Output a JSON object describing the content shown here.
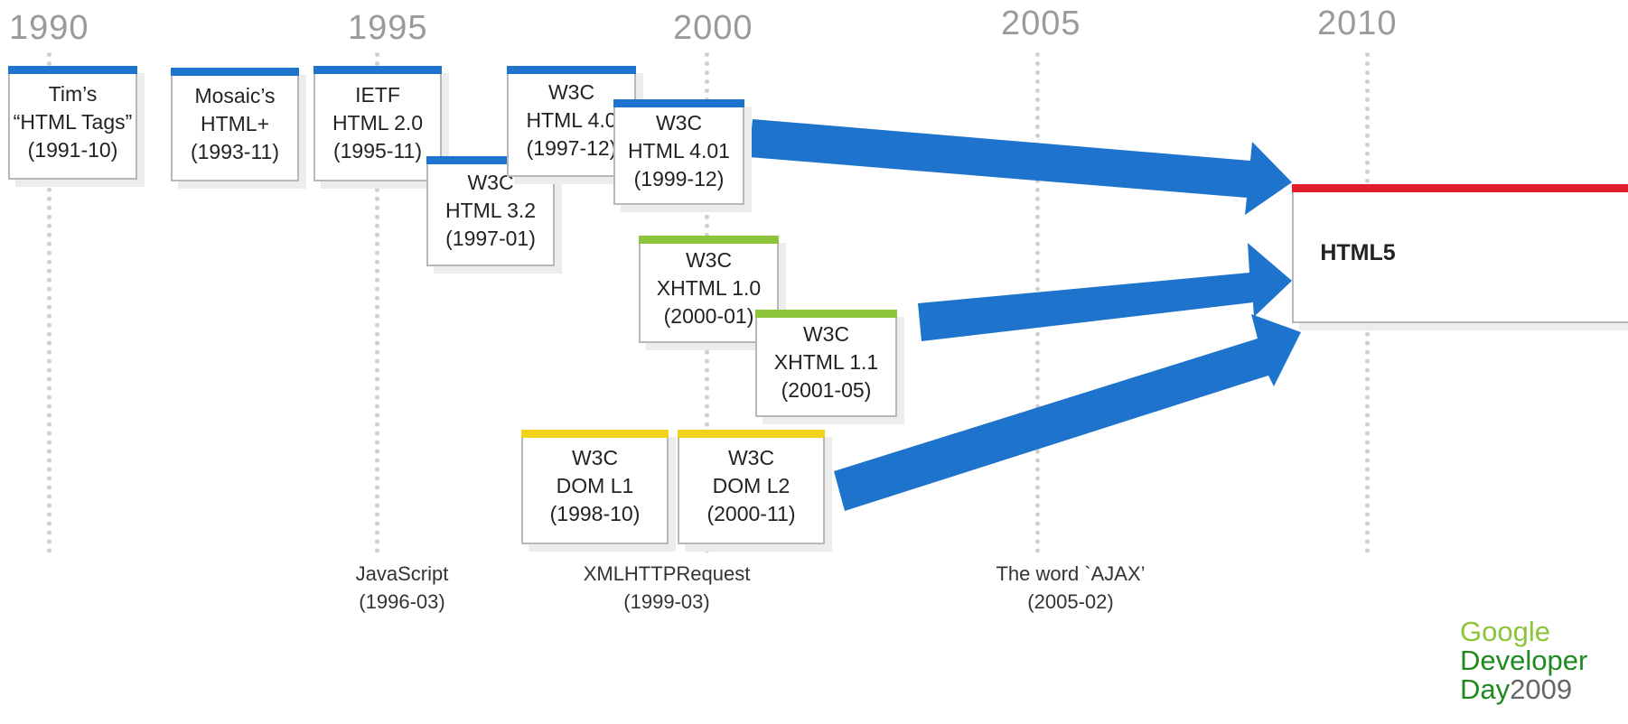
{
  "timeline": {
    "years": [
      "1990",
      "1995",
      "2000",
      "2005",
      "2010"
    ]
  },
  "colors": {
    "html_track": "#1e73cc",
    "xhtml_track": "#8cc43c",
    "dom_track": "#f3d21c",
    "html5": "#e21e2d",
    "arrow": "#1e73cc"
  },
  "specs": [
    {
      "id": "tims-html-tags",
      "lines": [
        "Tim’s",
        "“HTML Tags”",
        "(1991-10)"
      ],
      "track": "html"
    },
    {
      "id": "mosaic-html-plus",
      "lines": [
        "Mosaic’s",
        "HTML+",
        "(1993-11)"
      ],
      "track": "html"
    },
    {
      "id": "ietf-html-2",
      "lines": [
        "IETF",
        "HTML 2.0",
        "(1995-11)"
      ],
      "track": "html"
    },
    {
      "id": "w3c-html-3-2",
      "lines": [
        "W3C",
        "HTML 3.2",
        "(1997-01)"
      ],
      "track": "html"
    },
    {
      "id": "w3c-html-4-0",
      "lines": [
        "W3C",
        "HTML 4.0",
        "(1997-12)"
      ],
      "track": "html"
    },
    {
      "id": "w3c-html-4-01",
      "lines": [
        "W3C",
        "HTML 4.01",
        "(1999-12)"
      ],
      "track": "html"
    },
    {
      "id": "w3c-xhtml-1-0",
      "lines": [
        "W3C",
        "XHTML 1.0",
        "(2000-01)"
      ],
      "track": "xhtml"
    },
    {
      "id": "w3c-xhtml-1-1",
      "lines": [
        "W3C",
        "XHTML 1.1",
        "(2001-05)"
      ],
      "track": "xhtml"
    },
    {
      "id": "w3c-dom-l1",
      "lines": [
        "W3C",
        "DOM L1",
        "(1998-10)"
      ],
      "track": "dom"
    },
    {
      "id": "w3c-dom-l2",
      "lines": [
        "W3C",
        "DOM L2",
        "(2000-11)"
      ],
      "track": "dom"
    },
    {
      "id": "html5",
      "lines": [
        "HTML5"
      ],
      "track": "html5"
    }
  ],
  "events": [
    {
      "id": "javascript",
      "lines": [
        "JavaScript",
        "(1996-03)"
      ]
    },
    {
      "id": "xmlhttprequest",
      "lines": [
        "XMLHTTPRequest",
        "(1999-03)"
      ]
    },
    {
      "id": "ajax",
      "lines": [
        "The word `AJAX’",
        "(2005-02)"
      ]
    }
  ],
  "logo": {
    "line1": "Google",
    "line2": "Developer",
    "line3_word": "Day",
    "line3_year": "2009"
  }
}
